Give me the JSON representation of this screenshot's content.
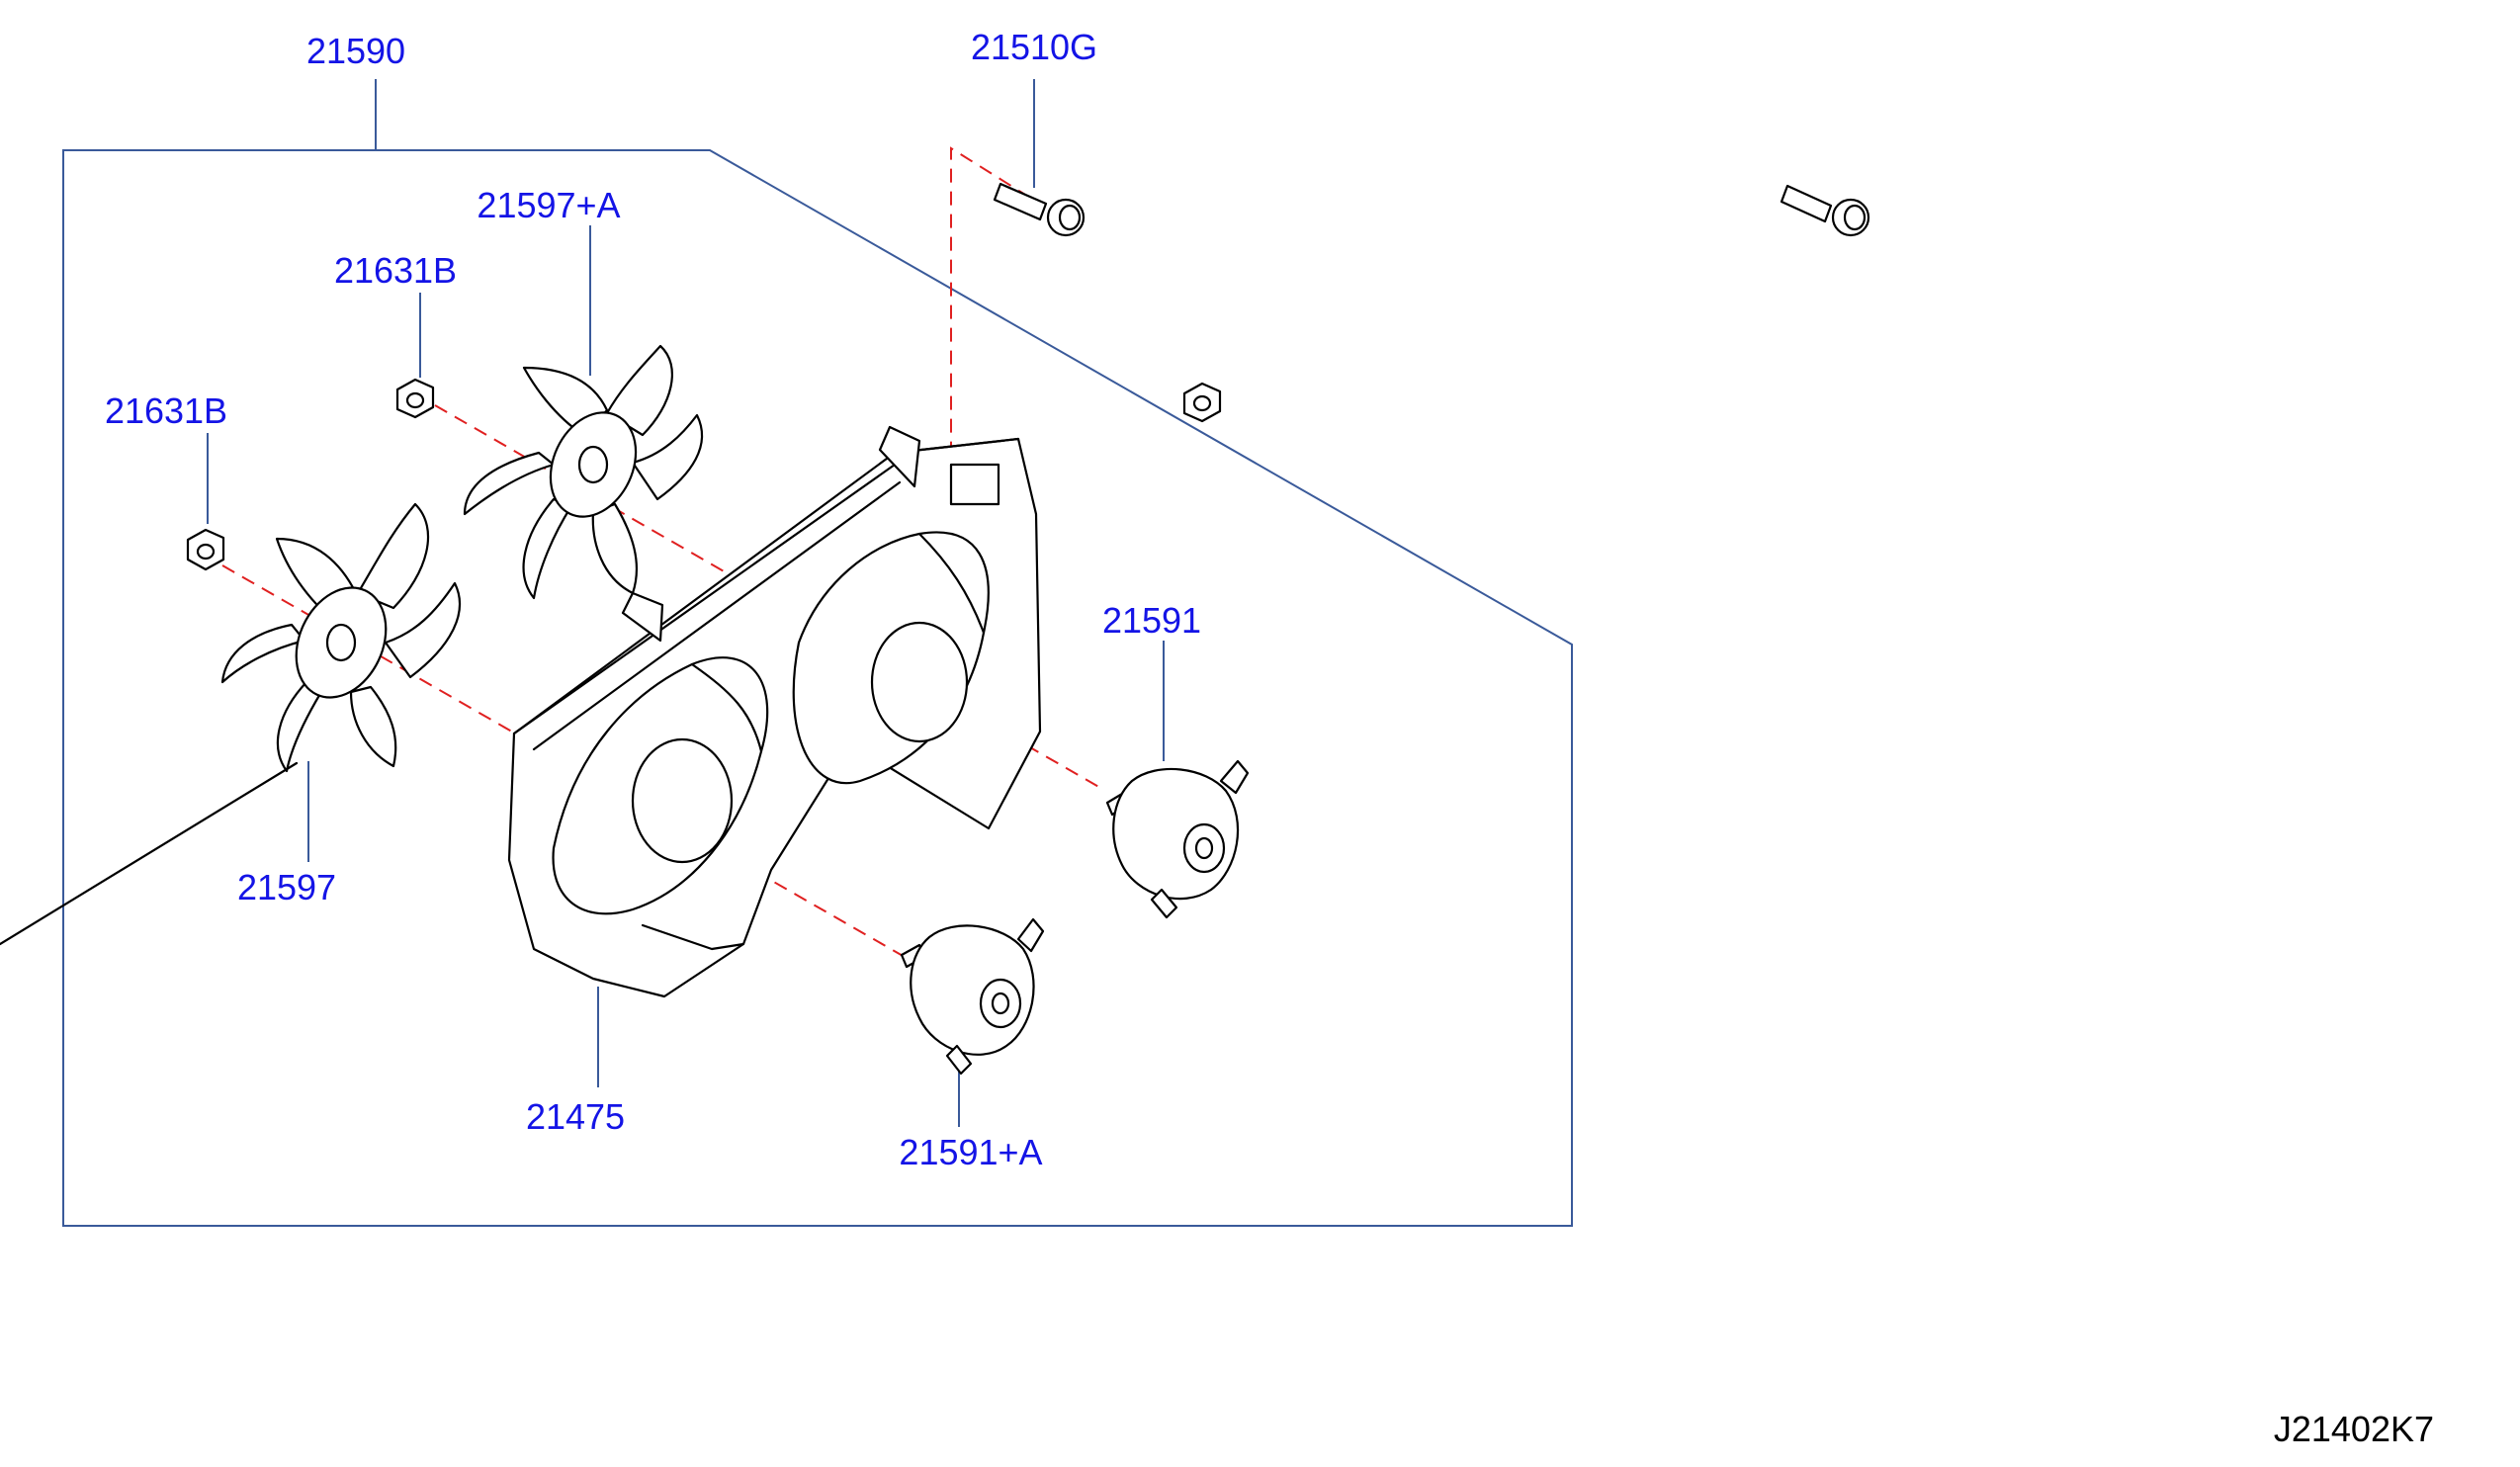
{
  "diagram": {
    "code": "J21402K7",
    "callouts": {
      "assembly": "21590",
      "bolt": "21510G",
      "fan_upper": "21597+A",
      "nut_upper": "21631B",
      "nut_lower": "21631B",
      "motor_right": "21591",
      "fan_lower": "21597",
      "shroud": "21475",
      "motor_lower": "21591+A"
    }
  }
}
